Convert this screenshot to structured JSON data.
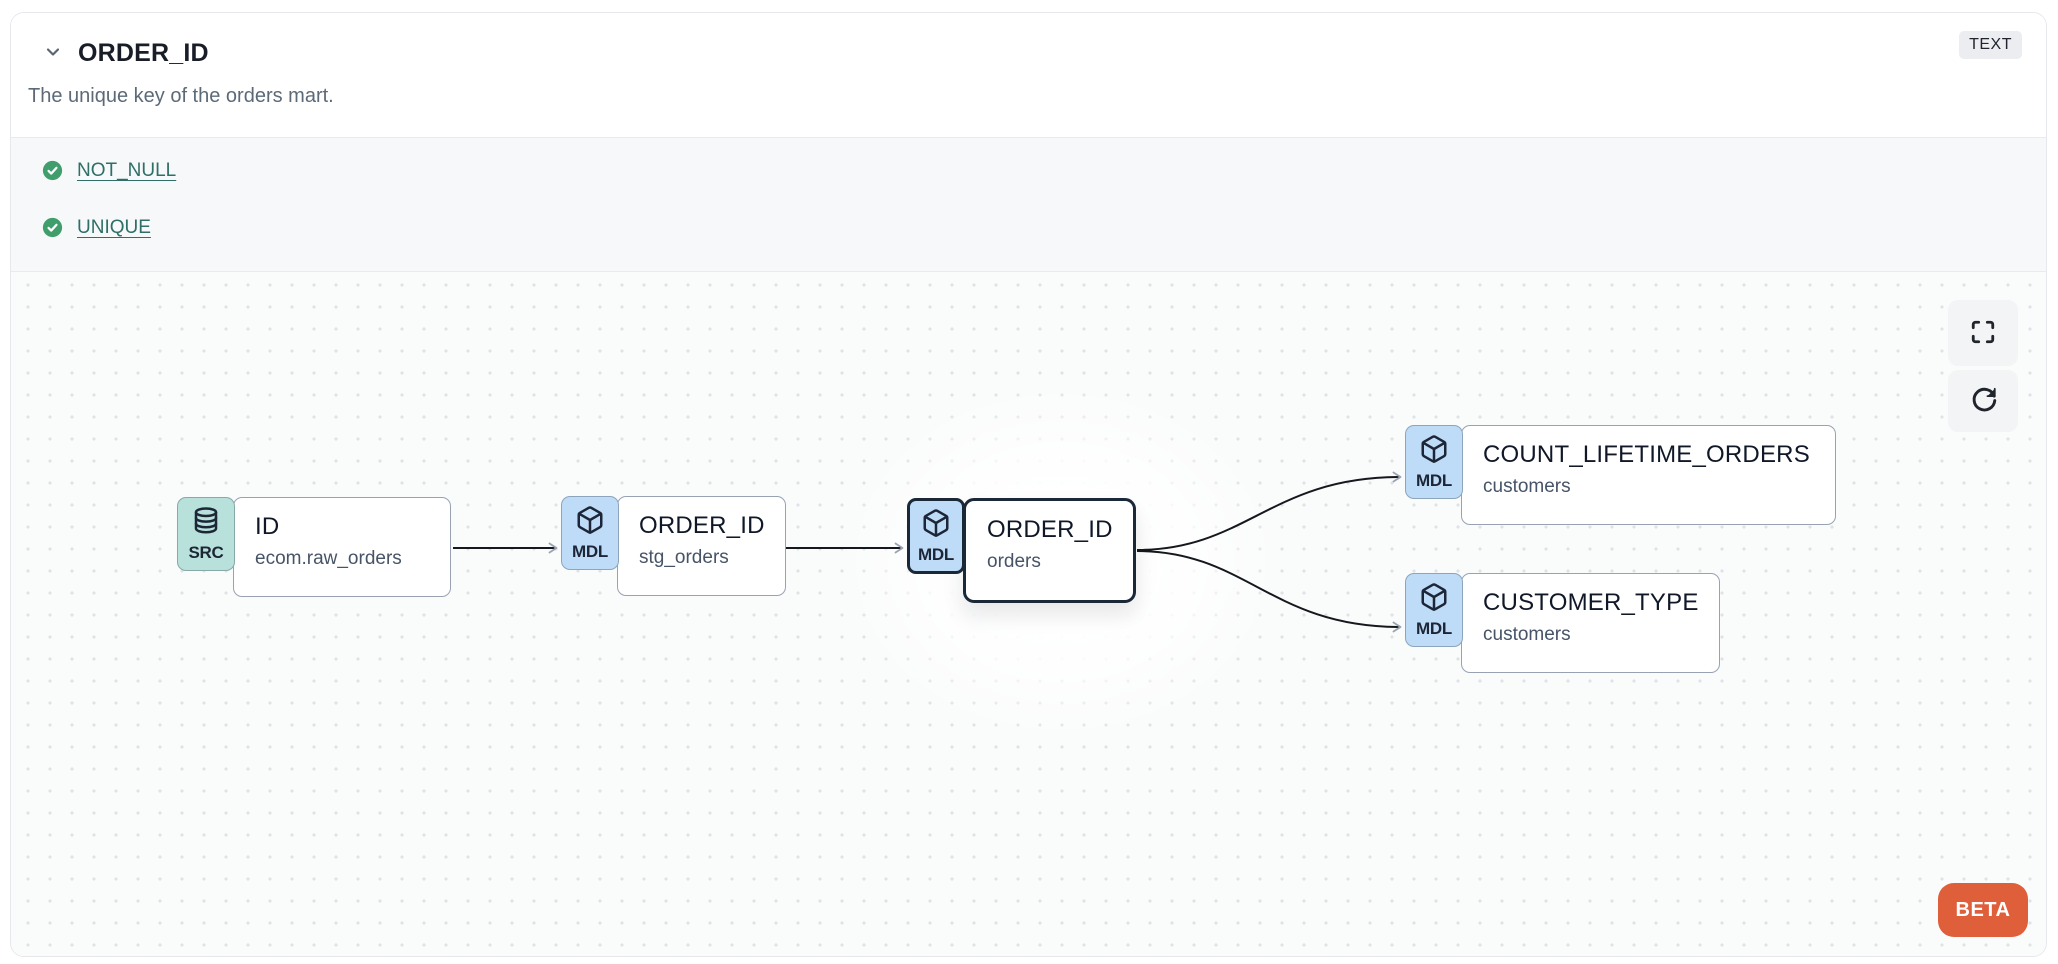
{
  "header": {
    "title": "ORDER_ID",
    "type_badge": "TEXT",
    "description": "The unique key of the orders mart."
  },
  "tests": [
    {
      "label": "NOT_NULL",
      "status": "pass"
    },
    {
      "label": "UNIQUE",
      "status": "pass"
    }
  ],
  "lineage": {
    "nodes": [
      {
        "badge": "SRC",
        "icon": "database",
        "title": "ID",
        "subtitle": "ecom.raw_orders",
        "selected": false
      },
      {
        "badge": "MDL",
        "icon": "cube",
        "title": "ORDER_ID",
        "subtitle": "stg_orders",
        "selected": false
      },
      {
        "badge": "MDL",
        "icon": "cube",
        "title": "ORDER_ID",
        "subtitle": "orders",
        "selected": true
      },
      {
        "badge": "MDL",
        "icon": "cube",
        "title": "COUNT_LIFETIME_ORDERS",
        "subtitle": "customers",
        "selected": false
      },
      {
        "badge": "MDL",
        "icon": "cube",
        "title": "CUSTOMER_TYPE",
        "subtitle": "customers",
        "selected": false
      }
    ],
    "controls": {
      "fullscreen": "fullscreen",
      "refresh": "refresh"
    },
    "beta_label": "BETA"
  },
  "colors": {
    "beta_orange": "#df5f3b",
    "test_pass_green": "#3f9e6b",
    "test_link_teal": "#2f6f68",
    "chip_source_teal": "#b7e1da",
    "chip_model_blue": "#bedcf7",
    "edge": "#15181d",
    "node_border": "#98a2b3",
    "selected_border": "#1b2838"
  }
}
